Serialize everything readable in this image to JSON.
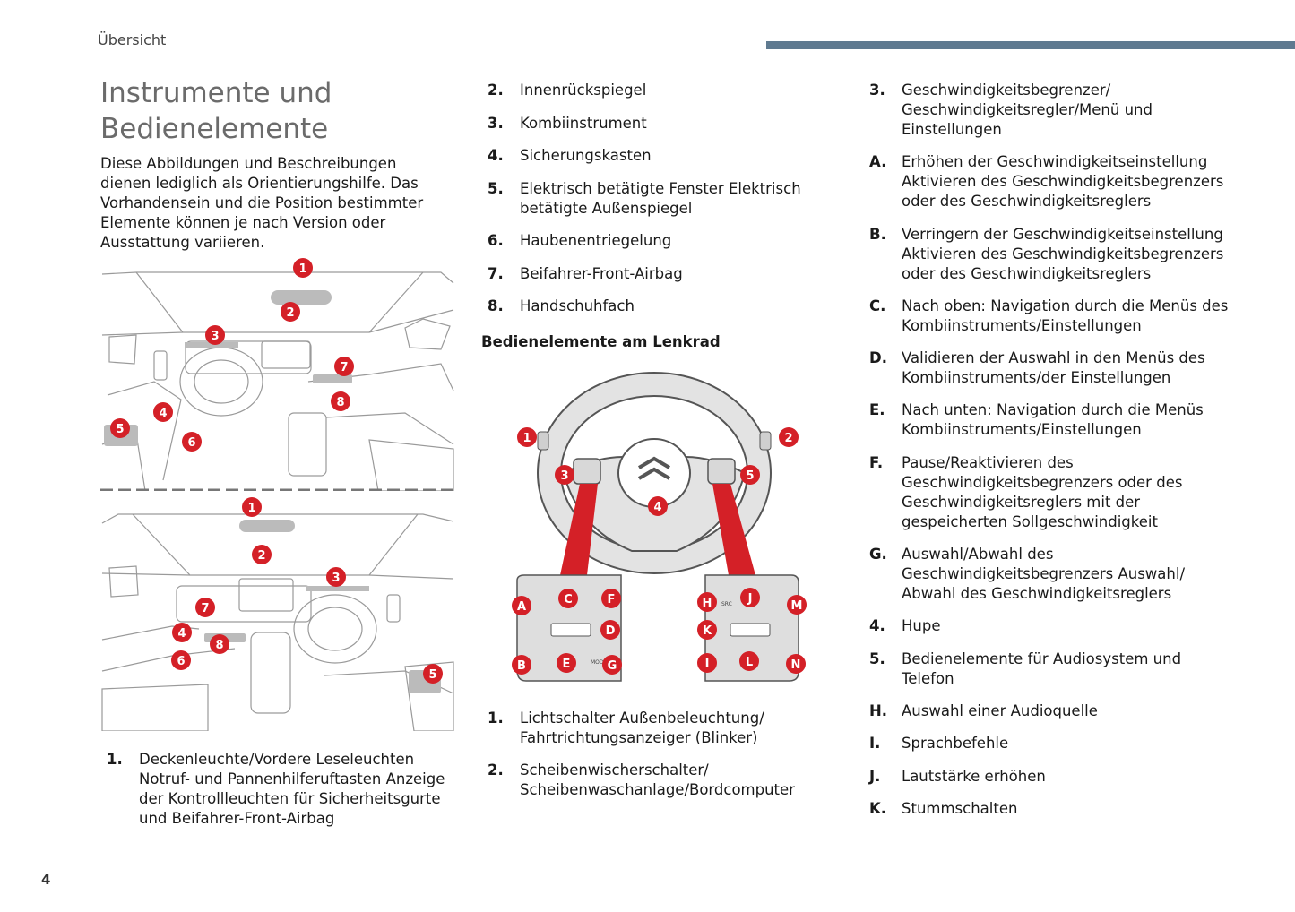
{
  "header": {
    "section_label": "Übersicht",
    "page_number": "4",
    "accent_color": "#5f7a90"
  },
  "title": "Instrumente und Bedienelemente",
  "intro": "Diese Abbildungen und Beschreibungen dienen lediglich als Orientierungshilfe. Das Vorhandensein und die Position bestimmter Elemente können je nach Version oder Ausstattung variieren.",
  "illustrations": {
    "marker_color": "#d42027",
    "dashboard_markers": [
      "1",
      "2",
      "3",
      "4",
      "5",
      "6",
      "7",
      "8"
    ],
    "steering_markers": [
      "1",
      "2",
      "3",
      "4",
      "5"
    ],
    "control_left_markers": [
      "A",
      "B",
      "C",
      "D",
      "E",
      "F",
      "G"
    ],
    "control_right_markers": [
      "H",
      "I",
      "J",
      "K",
      "L",
      "M",
      "N"
    ],
    "control_left_icon_text": "MODE",
    "control_right_icon_text": "SRC"
  },
  "column_left_list": [
    {
      "num": "1.",
      "text": "Deckenleuchte/Vordere Leseleuchten Notruf- und Pannenhilferuftasten Anzeige der Kontrollleuchten für Sicherheitsgurte und Beifahrer-Front-Airbag"
    }
  ],
  "column_mid_list_top": [
    {
      "num": "2.",
      "text": "Innenrückspiegel"
    },
    {
      "num": "3.",
      "text": "Kombiinstrument"
    },
    {
      "num": "4.",
      "text": "Sicherungskasten"
    },
    {
      "num": "5.",
      "text": "Elektrisch betätigte Fenster Elektrisch betätigte Außenspiegel"
    },
    {
      "num": "6.",
      "text": "Haubenentriegelung"
    },
    {
      "num": "7.",
      "text": "Beifahrer-Front-Airbag"
    },
    {
      "num": "8.",
      "text": "Handschuhfach"
    }
  ],
  "steering_heading": "Bedienelemente am Lenkrad",
  "column_mid_list_bottom": [
    {
      "num": "1.",
      "text": "Lichtschalter Außenbeleuchtung/ Fahrtrichtungsanzeiger (Blinker)"
    },
    {
      "num": "2.",
      "text": "Scheibenwischerschalter/ Scheibenwaschanlage/Bordcomputer"
    }
  ],
  "column_right_list": [
    {
      "num": "3.",
      "text": "Geschwindigkeitsbegrenzer/ Geschwindigkeitsregler/Menü und Einstellungen"
    },
    {
      "num": "A.",
      "text": "Erhöhen der Geschwindigkeitseinstellung Aktivieren des Geschwindigkeitsbegrenzers oder des Geschwindigkeitsreglers"
    },
    {
      "num": "B.",
      "text": "Verringern der Geschwindigkeitseinstellung Aktivieren des Geschwindigkeitsbegrenzers oder des Geschwindigkeitsreglers"
    },
    {
      "num": "C.",
      "text": "Nach oben: Navigation durch die Menüs des Kombiinstruments/Einstellungen"
    },
    {
      "num": "D.",
      "text": "Validieren der Auswahl in den Menüs des Kombiinstruments/der Einstellungen"
    },
    {
      "num": "E.",
      "text": "Nach unten: Navigation durch die Menüs Kombiinstruments/Einstellungen"
    },
    {
      "num": "F.",
      "text": "Pause/Reaktivieren des Geschwindigkeitsbegrenzers oder des Geschwindigkeitsreglers mit der gespeicherten Sollgeschwindigkeit"
    },
    {
      "num": "G.",
      "text": "Auswahl/Abwahl des Geschwindigkeitsbegrenzers Auswahl/ Abwahl des Geschwindigkeitsreglers"
    },
    {
      "num": "4.",
      "text": "Hupe"
    },
    {
      "num": "5.",
      "text": "Bedienelemente für Audiosystem und Telefon"
    },
    {
      "num": "H.",
      "text": "Auswahl einer Audioquelle"
    },
    {
      "num": "I.",
      "text": "Sprachbefehle"
    },
    {
      "num": "J.",
      "text": "Lautstärke erhöhen"
    },
    {
      "num": "K.",
      "text": "Stummschalten"
    }
  ]
}
